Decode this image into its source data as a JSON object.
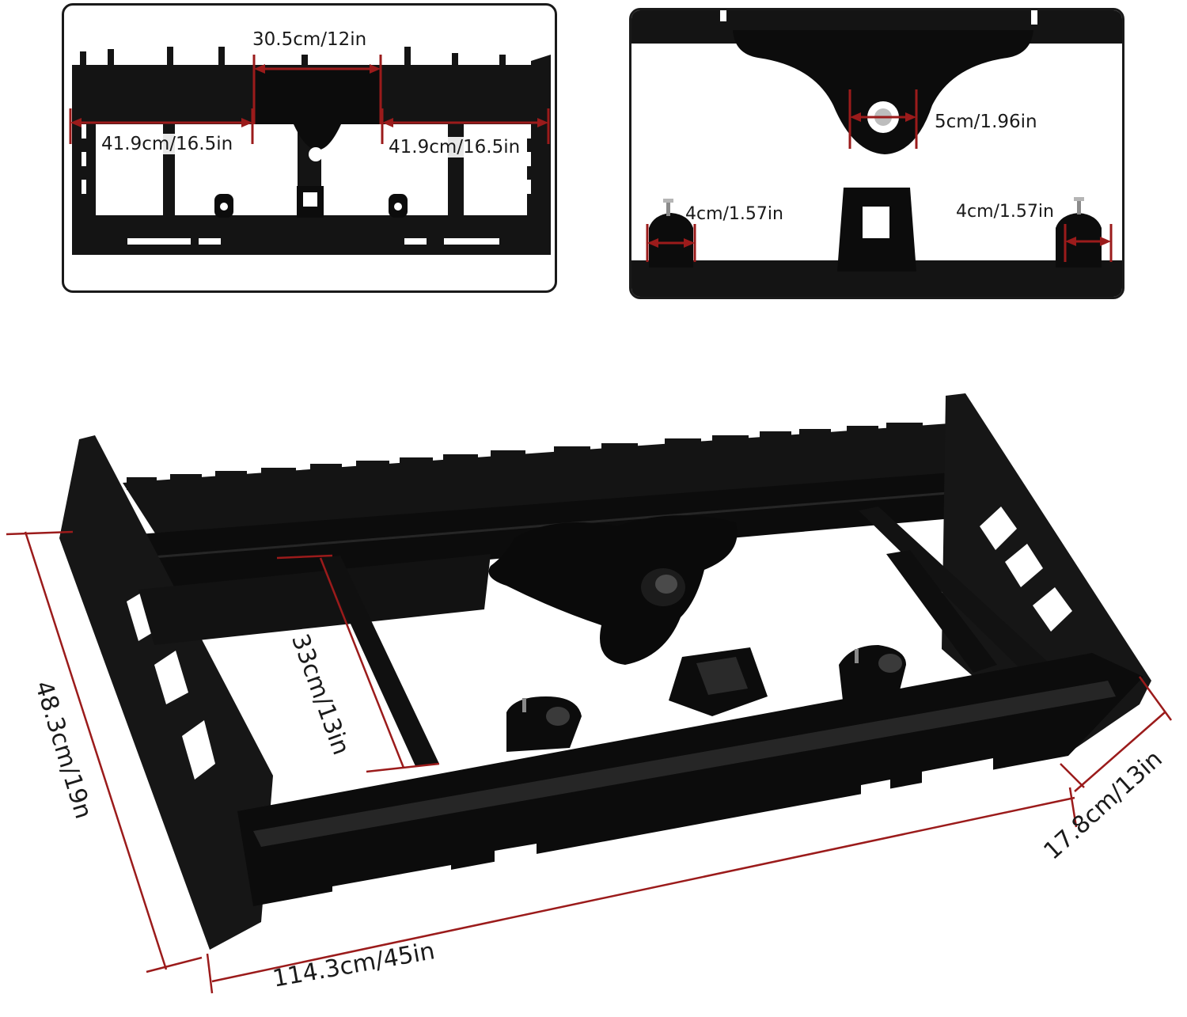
{
  "colors": {
    "steel": "#111111",
    "steel_edge": "#2b2b2b",
    "dimension_line": "#9b1b1b",
    "panel_border": "#1a1a1a",
    "background": "#ffffff"
  },
  "detail_front": {
    "center_width": "30.5cm/12in",
    "left_width": "41.9cm/16.5in",
    "right_width": "41.9cm/16.5in"
  },
  "detail_closeup": {
    "pin_hole": "5cm/1.96in",
    "left_collar": "4cm/1.57in",
    "right_collar": "4cm/1.57in"
  },
  "main_view": {
    "height": "48.3cm/19n",
    "inner_span": "33cm/13in",
    "length": "114.3cm/45in",
    "depth": "17.8cm/13in"
  }
}
